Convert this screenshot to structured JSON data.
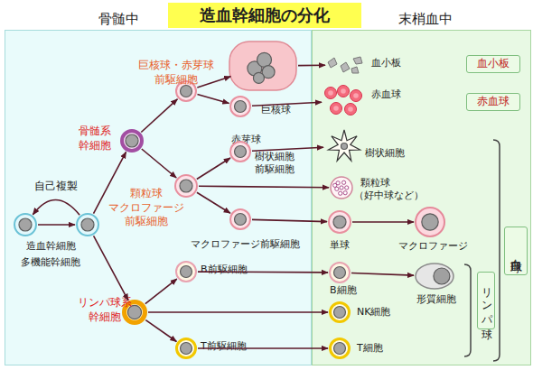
{
  "diagram": {
    "title": "造血幹細胞の分化",
    "nodes": [
      {
        "text": [
          "骨髄中"
        ]
      },
      {
        "text": [
          "造血幹細胞",
          "多機能幹細胞"
        ],
        "in": 0
      },
      {
        "text": [],
        "in": 0
      },
      {
        "text": [
          "骨髄系 幹細胞"
        ],
        "in": 0
      },
      {
        "text": [
          "リンパ球系 幹細胞"
        ],
        "in": 0
      },
      {
        "text": [
          "巨核球・赤芽球 前駆細胞"
        ],
        "in": 0
      },
      {
        "text": [
          "巨核球"
        ],
        "in": 0
      },
      {
        "text": [
          "赤芽球"
        ],
        "in": 0
      },
      {
        "text": [
          "顆粒球 マクロファージ 前駆細胞"
        ],
        "in": 0
      },
      {
        "text": [
          "樹状細胞 前駆細胞"
        ],
        "in": 0
      },
      {
        "text": [
          "マクロファージ前駆細胞"
        ],
        "in": 0
      },
      {
        "text": [
          "B前駆細胞"
        ],
        "in": 0
      },
      {
        "text": [
          "T前駆細胞"
        ],
        "in": 0
      },
      {
        "text": [
          "末梢血中"
        ]
      },
      {
        "text": [
          "血小板"
        ],
        "in": 13
      },
      {
        "text": [
          "赤血球"
        ],
        "in": 13
      },
      {
        "text": [
          "樹状細胞"
        ],
        "in": 13
      },
      {
        "text": [
          "顆粒球",
          "（好中球など）"
        ],
        "in": 13
      },
      {
        "text": [
          "単球"
        ],
        "in": 13
      },
      {
        "text": [
          "マクロファージ"
        ],
        "in": 13
      },
      {
        "text": [
          "B細胞"
        ],
        "in": 13
      },
      {
        "text": [
          "形質細胞"
        ],
        "in": 13
      },
      {
        "text": [
          "NK細胞"
        ],
        "in": 13
      },
      {
        "text": [
          "T細胞"
        ],
        "in": 13
      },
      {
        "text": [
          "血小板"
        ],
        "in": 13
      },
      {
        "text": [
          "赤血球"
        ],
        "in": 13
      },
      {
        "text": [
          "白血球"
        ],
        "in": 13
      },
      {
        "text": [
          "リンパ球"
        ],
        "in": 13
      }
    ],
    "edges": [
      {
        "from": 1,
        "to": 2,
        "arrow": "to"
      },
      {
        "from": 2,
        "to": 1,
        "label": "自己複製",
        "arrow": "to"
      },
      {
        "from": 2,
        "to": 3,
        "arrow": "to"
      },
      {
        "from": 2,
        "to": 4,
        "arrow": "to"
      },
      {
        "from": 3,
        "to": 5,
        "arrow": "to"
      },
      {
        "from": 3,
        "to": 8,
        "arrow": "to"
      },
      {
        "from": 5,
        "to": 6,
        "arrow": "to"
      },
      {
        "from": 5,
        "to": 7,
        "arrow": "to"
      },
      {
        "from": 6,
        "to": 14,
        "arrow": "to"
      },
      {
        "from": 7,
        "to": 15,
        "arrow": "to"
      },
      {
        "from": 8,
        "to": 9,
        "arrow": "to"
      },
      {
        "from": 8,
        "to": 17,
        "arrow": "to"
      },
      {
        "from": 8,
        "to": 10,
        "arrow": "to"
      },
      {
        "from": 9,
        "to": 16,
        "arrow": "to"
      },
      {
        "from": 10,
        "to": 18,
        "arrow": "to"
      },
      {
        "from": 18,
        "to": 19,
        "arrow": "to"
      },
      {
        "from": 4,
        "to": 11,
        "arrow": "to"
      },
      {
        "from": 4,
        "to": 22,
        "arrow": "to"
      },
      {
        "from": 4,
        "to": 12,
        "arrow": "to"
      },
      {
        "from": 11,
        "to": 20,
        "arrow": "to"
      },
      {
        "from": 20,
        "to": 21,
        "arrow": "to"
      },
      {
        "from": 12,
        "to": 23,
        "arrow": "to"
      }
    ]
  }
}
